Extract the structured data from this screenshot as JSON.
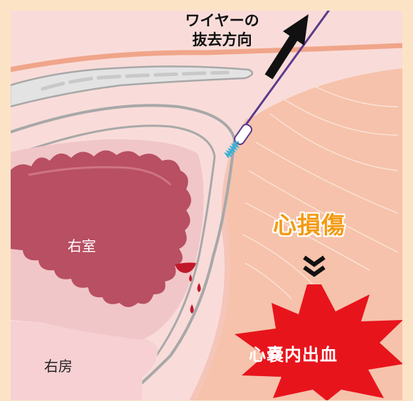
{
  "labels": {
    "wire_direction_line1": "ワイヤーの",
    "wire_direction_line2": "抜去方向",
    "right_ventricle": "右室",
    "right_atrium": "右房",
    "cardiac_injury": "心損傷",
    "pericardial_bleeding": "心嚢内出血"
  },
  "colors": {
    "background": "#fde3c6",
    "tissue": "#f9dcd9",
    "myocardium": "#f1c6c8",
    "ventricle_cavity": "#b84f62",
    "pericardium_line": "#a8a8a8",
    "skin_line": "#f0a58a",
    "wire": "#5b3a8c",
    "coil": "#3ab0d3",
    "blood": "#c0182b",
    "injury_text": "#f39a12",
    "burst": "#e8141c"
  },
  "icons": {
    "direction_arrow": "up-right-arrow-icon",
    "chevron": "double-chevron-down-icon",
    "burst": "starburst-shape"
  }
}
